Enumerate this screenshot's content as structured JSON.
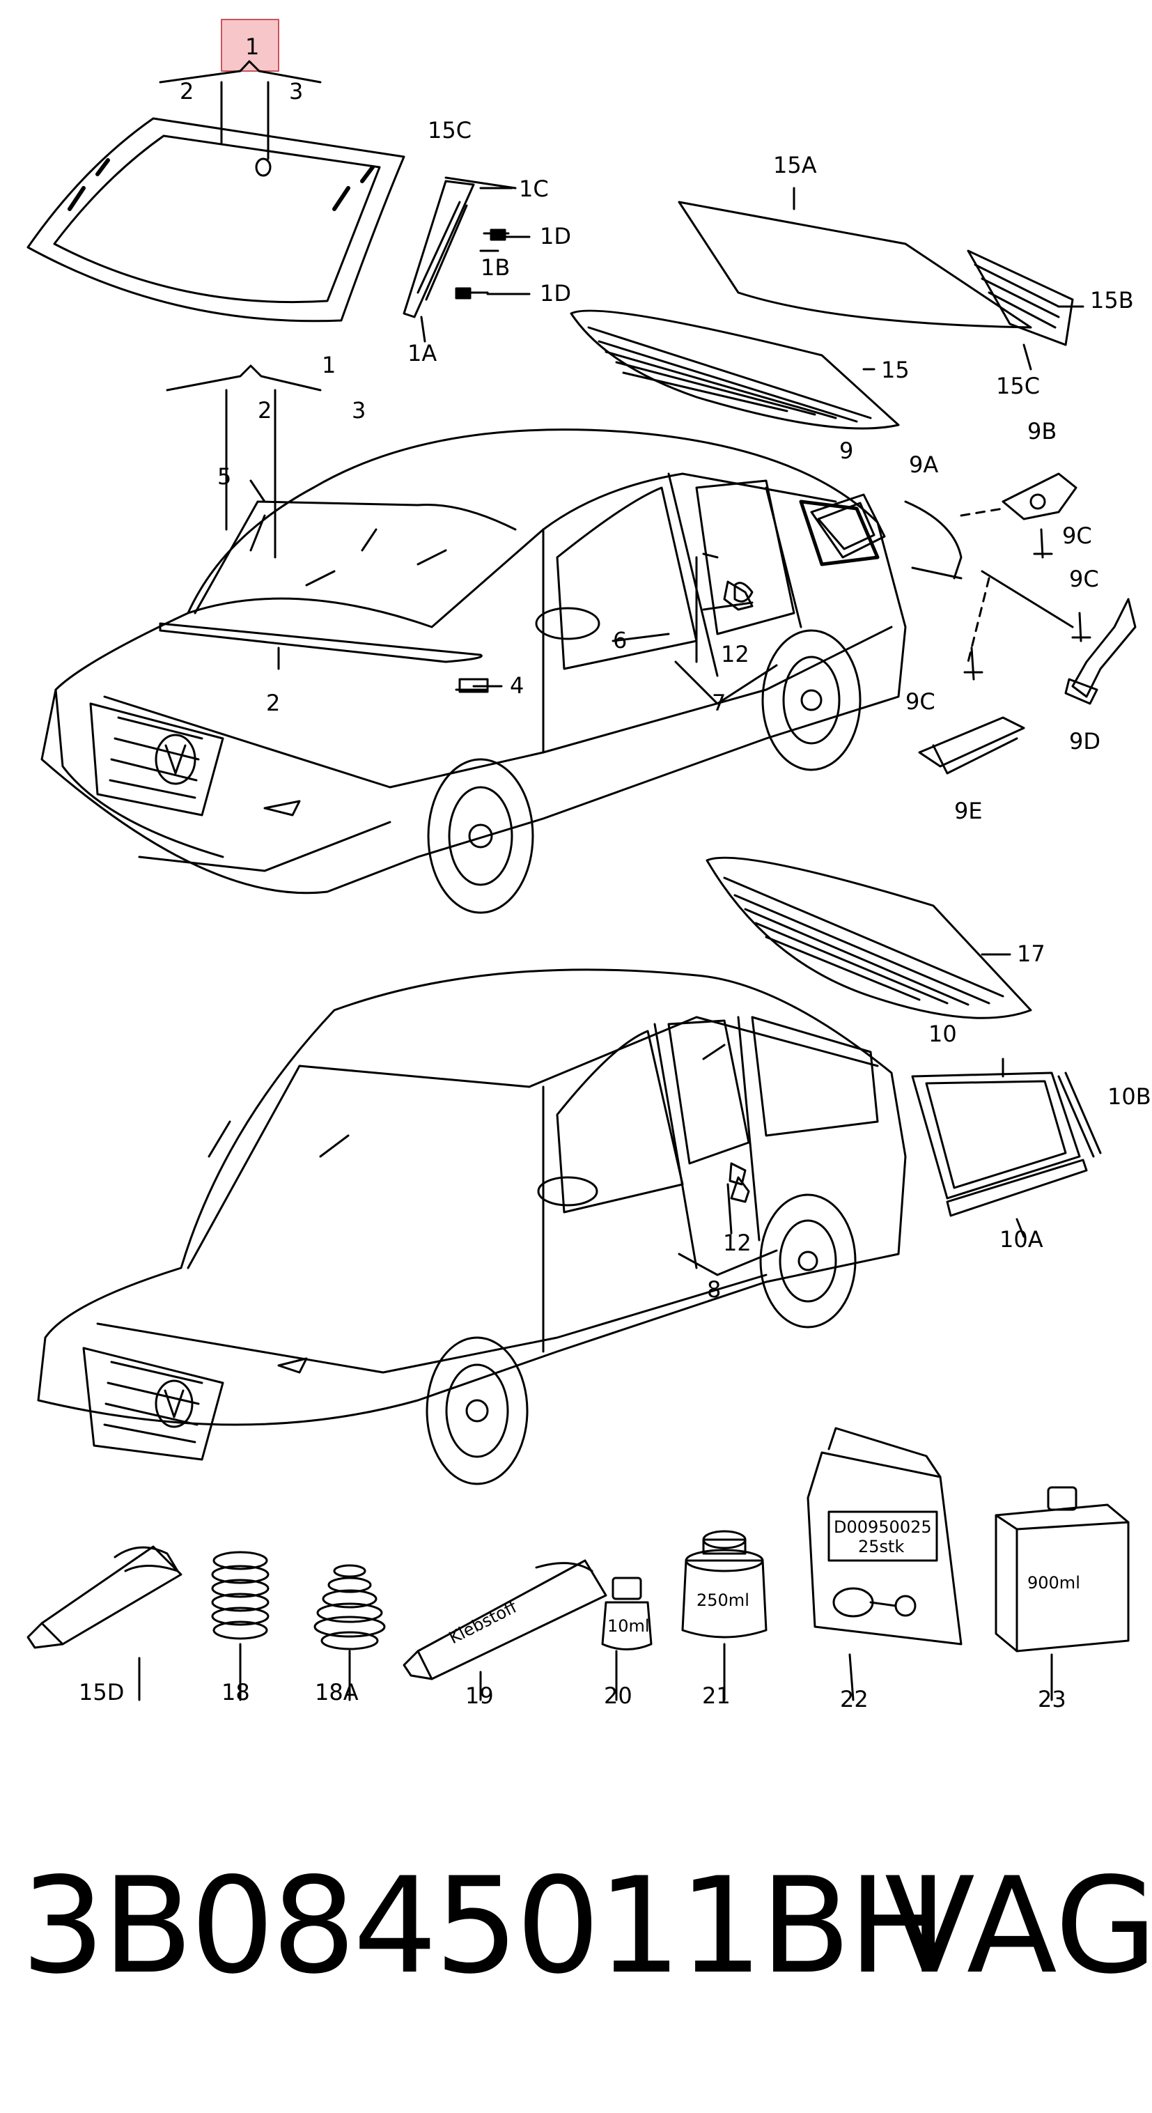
{
  "part_number": "3B0845011BH",
  "brand": "VAG",
  "callouts": {
    "top_windshield": [
      "1",
      "2",
      "3"
    ],
    "pillar_trim": [
      "15C",
      "1C",
      "1D",
      "1B",
      "1D",
      "1A"
    ],
    "rear_windows": [
      "15A",
      "15B",
      "15C",
      "15"
    ],
    "sedan": [
      "1",
      "2",
      "3",
      "5",
      "9",
      "9A",
      "9B",
      "9C",
      "9C",
      "9C",
      "9D",
      "9E",
      "6",
      "12",
      "7",
      "2",
      "4"
    ],
    "wagon": [
      "17",
      "10",
      "10B",
      "10A",
      "12",
      "8"
    ],
    "consumables": [
      "15D",
      "18",
      "18A",
      "19",
      "20",
      "21",
      "22",
      "23"
    ]
  },
  "package_labels": {
    "tube_19": "Klebstoff",
    "bottle_20": "10ml",
    "jar_21": "250ml",
    "bag_22_line1": "D00950025",
    "bag_22_line2": "25stk",
    "canister_23": "900ml"
  },
  "highlight_color": "#f7c6c9"
}
